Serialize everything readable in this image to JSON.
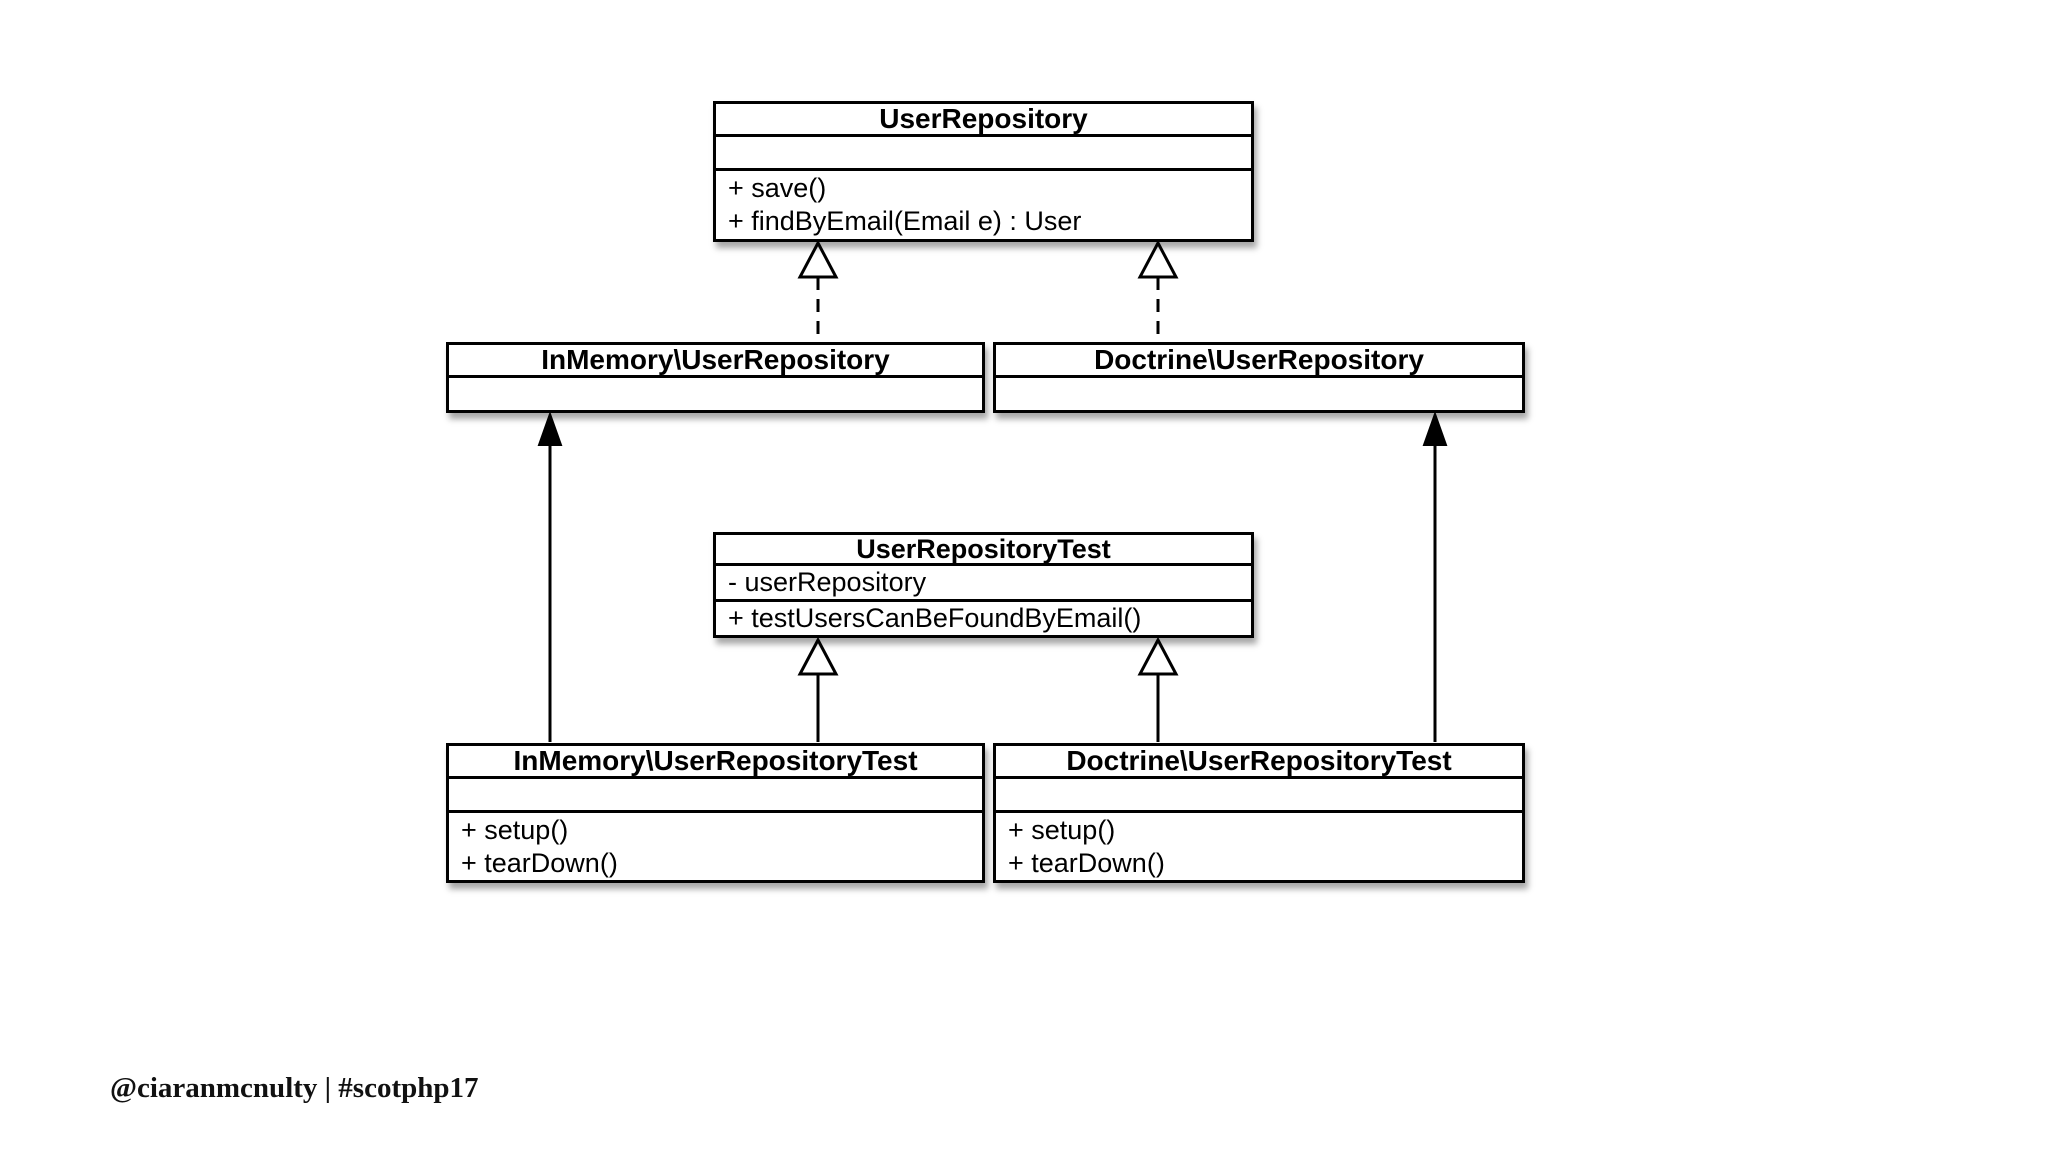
{
  "diagram": {
    "classes": [
      {
        "name": "UserRepository",
        "attributes": [],
        "methods": [
          "+ save()",
          "+ findByEmail(Email e) : User"
        ]
      },
      {
        "name": "InMemory\\UserRepository",
        "attributes": [],
        "methods": []
      },
      {
        "name": "Doctrine\\UserRepository",
        "attributes": [],
        "methods": []
      },
      {
        "name": "UserRepositoryTest",
        "attributes": [
          "- userRepository"
        ],
        "methods": [
          "+ testUsersCanBeFoundByEmail()"
        ]
      },
      {
        "name": "InMemory\\UserRepositoryTest",
        "attributes": [],
        "methods": [
          "+ setup()",
          "+ tearDown()"
        ]
      },
      {
        "name": "Doctrine\\UserRepositoryTest",
        "attributes": [],
        "methods": [
          "+ setup()",
          "+ tearDown()"
        ]
      }
    ],
    "relationships": [
      {
        "from": "InMemory\\UserRepository",
        "to": "UserRepository",
        "type": "realization"
      },
      {
        "from": "Doctrine\\UserRepository",
        "to": "UserRepository",
        "type": "realization"
      },
      {
        "from": "InMemory\\UserRepositoryTest",
        "to": "UserRepositoryTest",
        "type": "generalization"
      },
      {
        "from": "Doctrine\\UserRepositoryTest",
        "to": "UserRepositoryTest",
        "type": "generalization"
      },
      {
        "from": "InMemory\\UserRepositoryTest",
        "to": "InMemory\\UserRepository",
        "type": "association-arrow"
      },
      {
        "from": "Doctrine\\UserRepositoryTest",
        "to": "Doctrine\\UserRepository",
        "type": "association-arrow"
      }
    ],
    "colors": {
      "line": "#000000",
      "box_background": "#ffffff",
      "page_background": "#ffffff"
    }
  },
  "footer": {
    "credit": "@ciaranmcnulty | #scotphp17"
  }
}
